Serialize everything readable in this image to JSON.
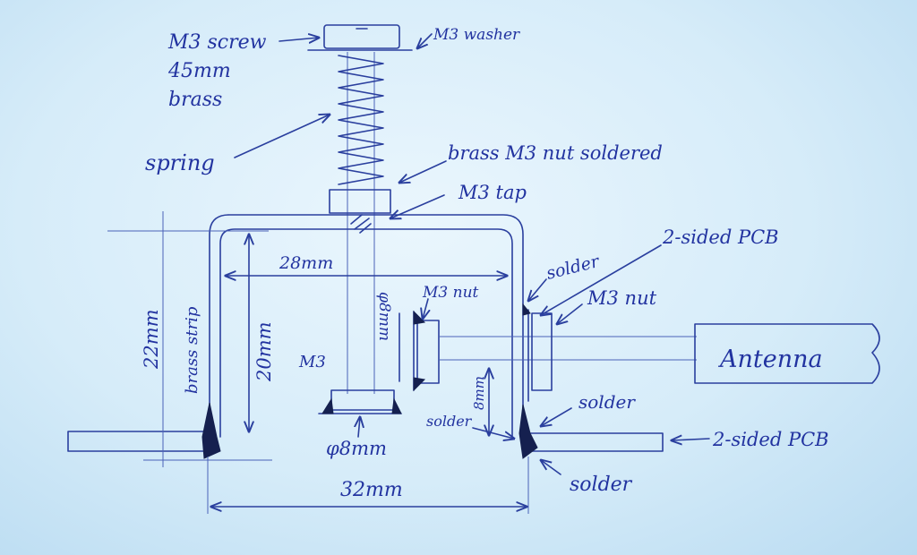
{
  "labels": {
    "screw": "M3 screw",
    "screw_length": "45mm",
    "screw_material": "brass",
    "washer": "M3 washer",
    "spring": "spring",
    "nut_soldered": "brass M3 nut soldered",
    "tap": "M3 tap",
    "pcb_top": "2-sided PCB",
    "solder_top": "solder",
    "nut_left": "M3 nut",
    "nut_right": "M3 nut",
    "dim_28": "28mm",
    "dim_22": "22mm",
    "strip": "brass strip",
    "dim_20": "20mm",
    "m3_inside": "M3",
    "dia_8_inner": "φ8mm",
    "dia_8_bottom": "φ8mm",
    "dim_8": "8mm",
    "antenna": "Antenna",
    "solder_mid_right": "solder",
    "solder_mid_left": "solder",
    "pcb_bottom": "2-sided PCB",
    "solder_bottom": "solder",
    "dim_32": "32mm"
  }
}
